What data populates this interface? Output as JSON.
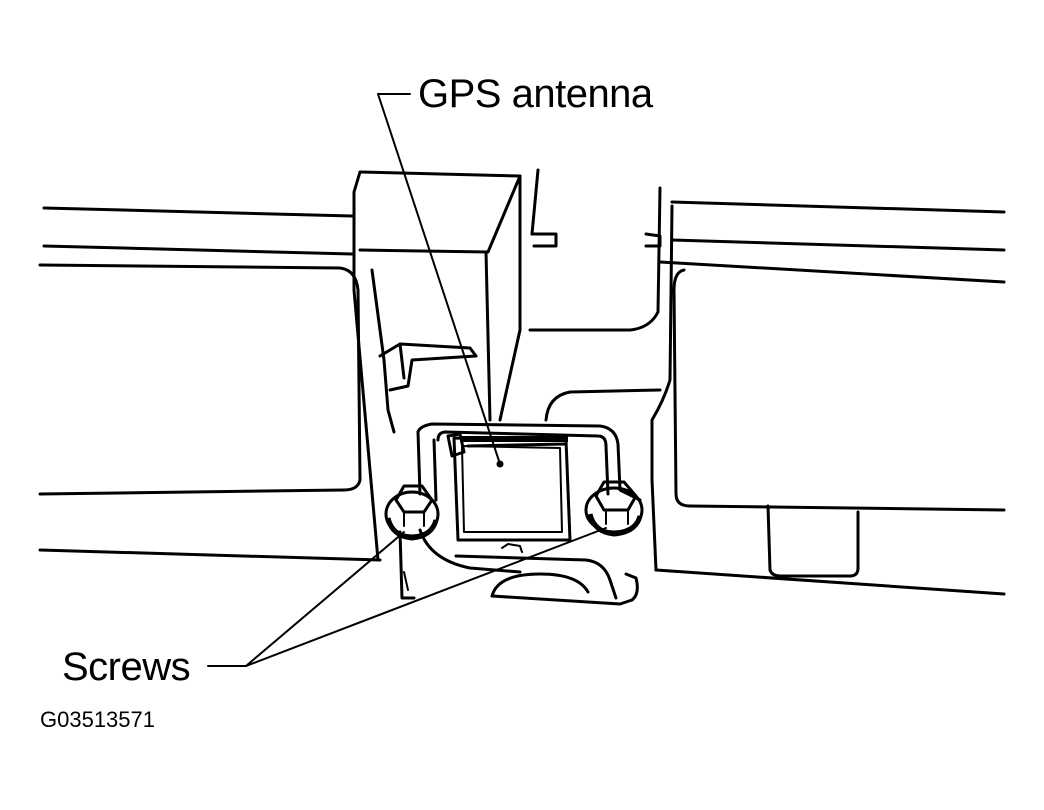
{
  "figure": {
    "callouts": {
      "gps_antenna": "GPS antenna",
      "screws": "Screws"
    },
    "figure_code": "G03513571"
  }
}
